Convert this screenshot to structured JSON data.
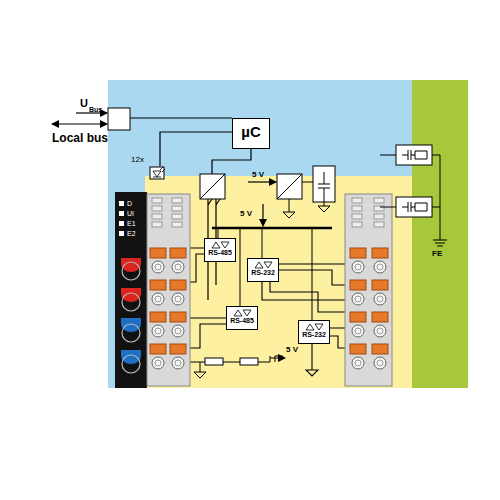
{
  "diagram": {
    "nodes": [
      {
        "text": [
          "µC"
        ]
      },
      {
        "text": [
          "RS-485"
        ]
      },
      {
        "text": [
          "RS-232"
        ]
      },
      {
        "text": [
          "RS-485"
        ]
      },
      {
        "text": [
          "RS-232"
        ]
      }
    ],
    "labels": [
      "U",
      "Bus",
      "Local bus",
      "12x",
      "D",
      "UI",
      "E1",
      "E2",
      "5 V",
      "5 V",
      "5 V",
      "FE"
    ]
  }
}
